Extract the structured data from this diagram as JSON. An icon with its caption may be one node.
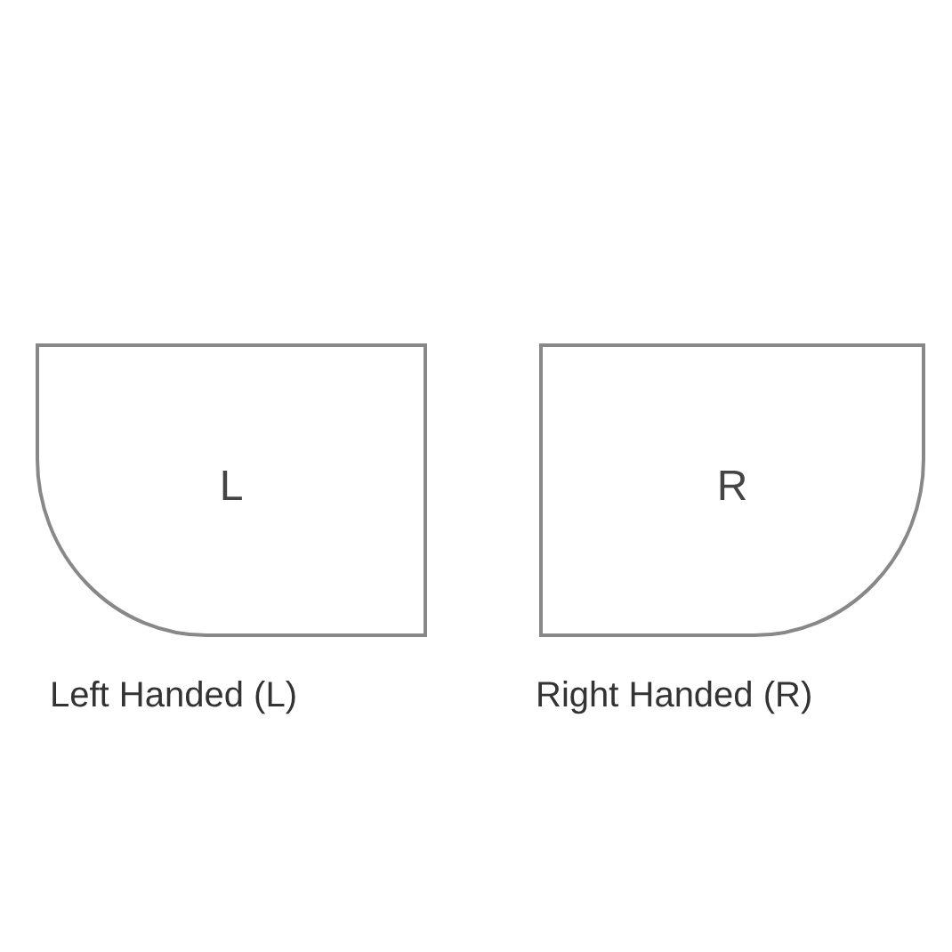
{
  "diagram": {
    "nodes": [
      {
        "text": [
          "L"
        ],
        "beside": [
          "Left Handed (L)"
        ]
      },
      {
        "text": [
          "R"
        ],
        "beside": [
          "Right Handed (R)"
        ]
      }
    ]
  }
}
